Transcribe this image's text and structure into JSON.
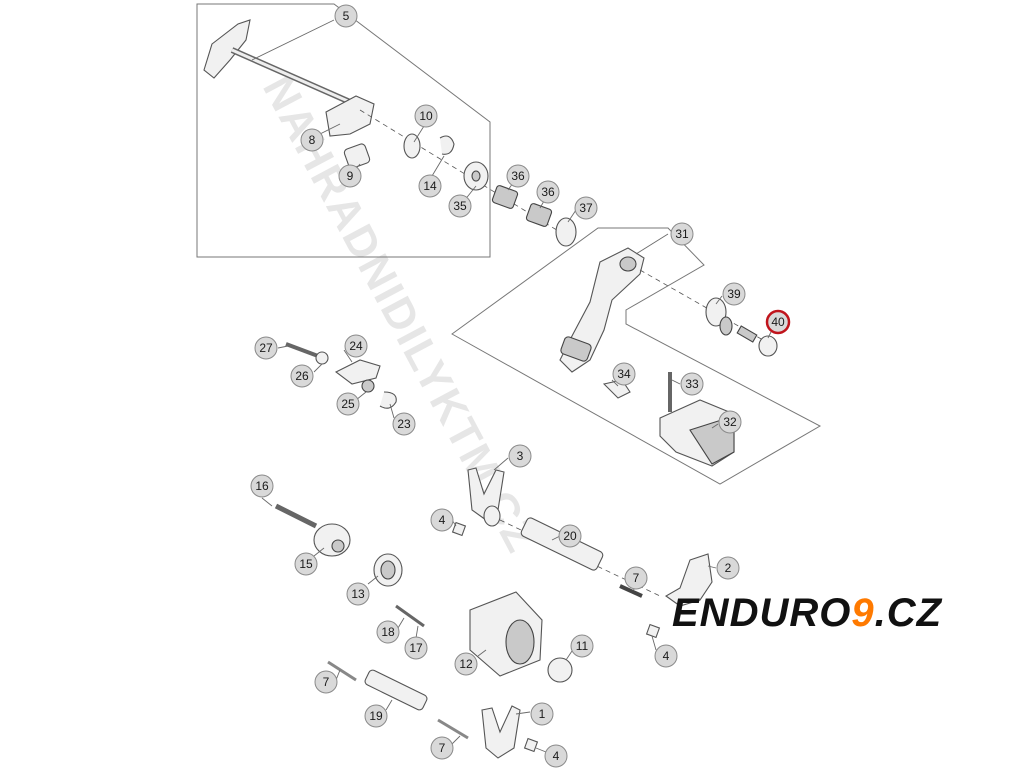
{
  "watermark": "NAHRADNIDILYKTM.CZ",
  "logo": {
    "part_a": "ENDURO",
    "part_b": "9",
    "part_c": ".CZ",
    "accent": "#ff7a00",
    "dark": "#111111"
  },
  "highlight_color": "#c0141c",
  "callouts": [
    "1",
    "2",
    "3",
    "4",
    "5",
    "7",
    "8",
    "9",
    "10",
    "11",
    "12",
    "13",
    "14",
    "15",
    "16",
    "17",
    "18",
    "19",
    "20",
    "23",
    "24",
    "25",
    "26",
    "27",
    "31",
    "32",
    "33",
    "34",
    "35",
    "36",
    "37",
    "39",
    "40"
  ]
}
